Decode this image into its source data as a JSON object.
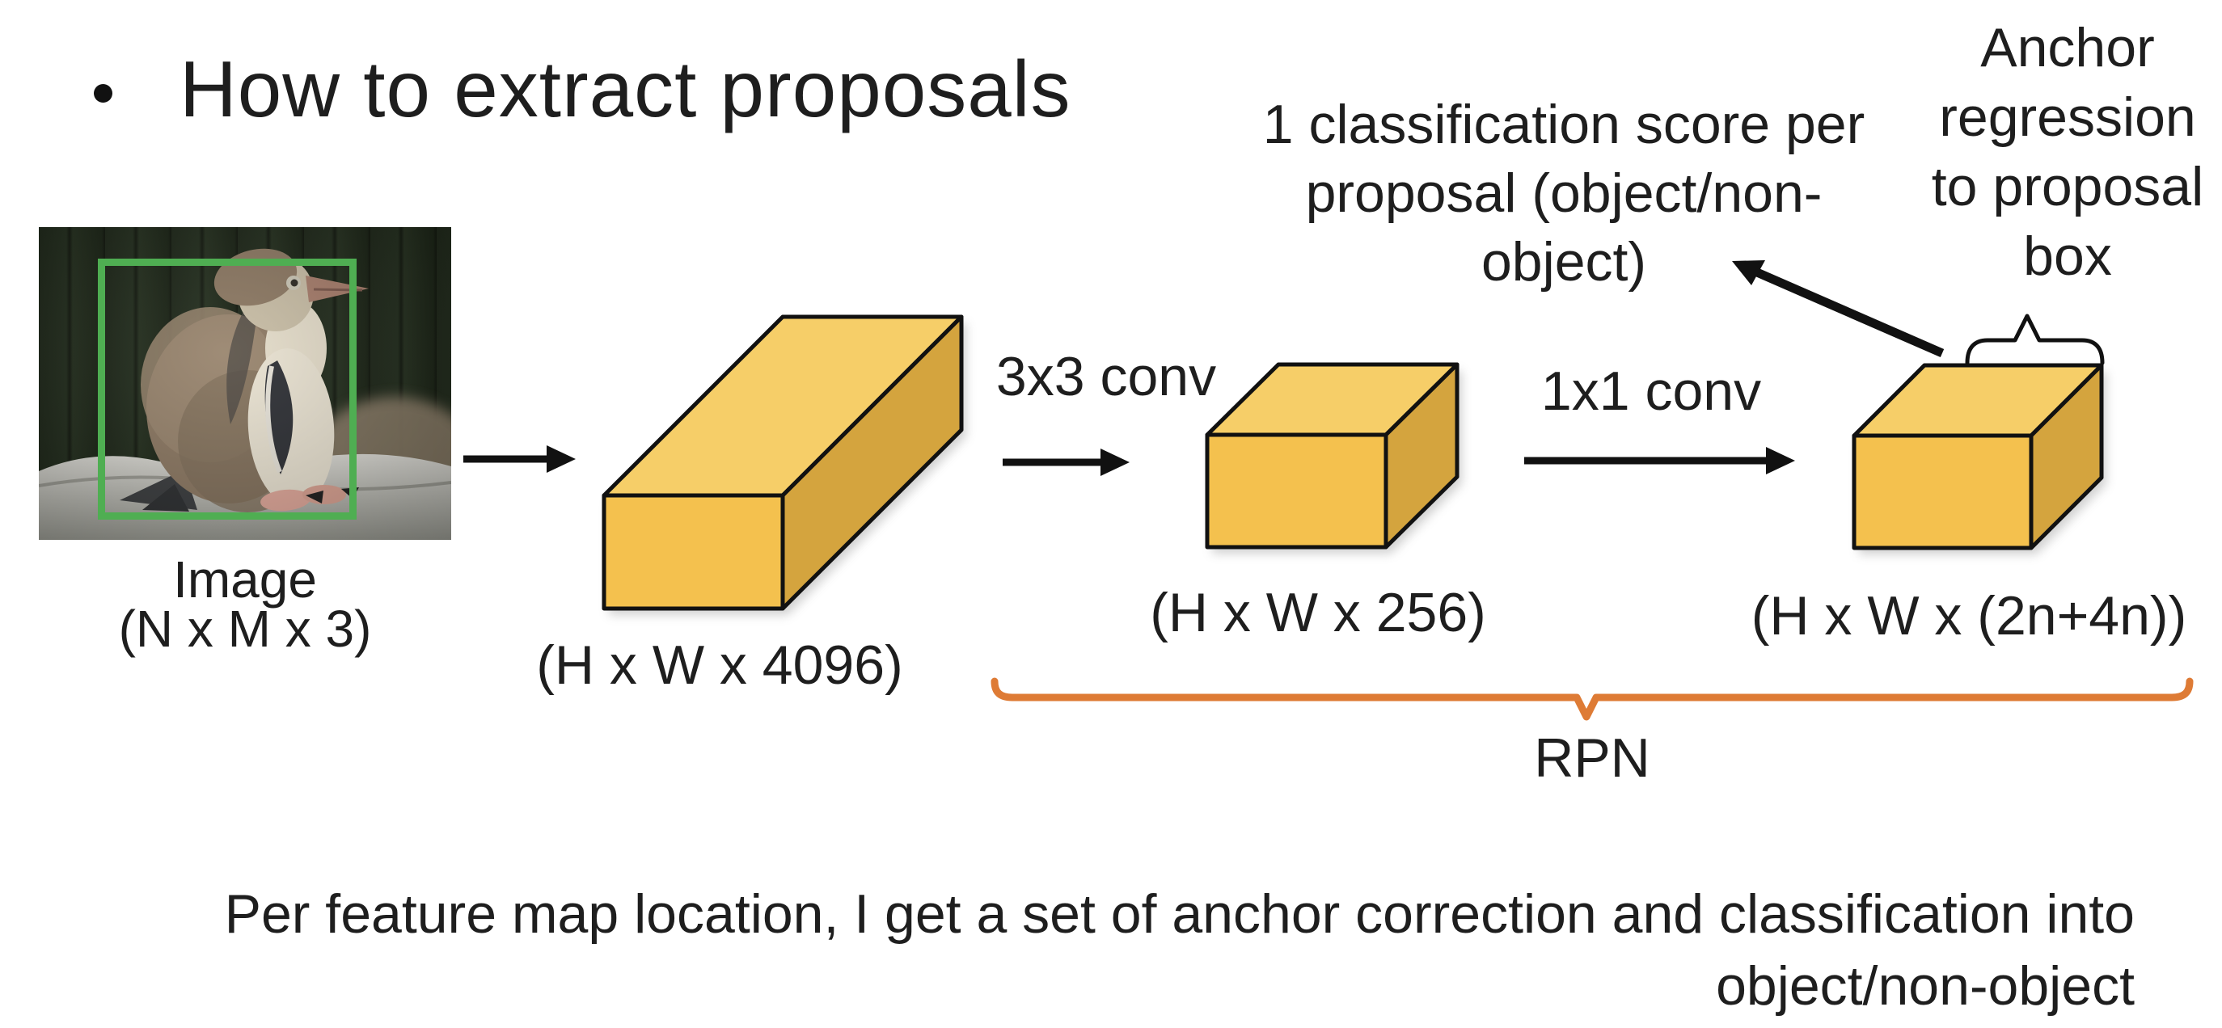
{
  "slide": {
    "title": "How to extract proposals",
    "footer_line1": "Per feature map location, I get a set of anchor correction and classification into",
    "footer_line2": "object/non-object"
  },
  "input_image": {
    "caption_line1": "Image",
    "caption_line2": "(N x M x 3)",
    "content": "penguin chick photo with green ground-truth bounding box"
  },
  "pipeline": {
    "backbone_output_label": "(H x W x 4096)",
    "conv1_label": "3x3 conv",
    "intermediate_label": "(H x W x 256)",
    "conv2_label": "1x1 conv",
    "output_label": "(H x W x (2n+4n))",
    "rpn_label": "RPN"
  },
  "annotations": {
    "classification_line1": "1 classification score per",
    "classification_line2": "proposal (object/non-",
    "classification_line3": "object)",
    "anchor_line1": "Anchor",
    "anchor_line2": "regression",
    "anchor_line3": "to proposal",
    "anchor_line4": "box"
  },
  "colors": {
    "box_top": "#F6CE68",
    "box_front": "#F4C14E",
    "box_side": "#D4A43E",
    "box_outline": "#111111",
    "brace_orange": "#DE7B35",
    "bbox_green": "#4FAE52",
    "text": "#1E1E1E"
  }
}
